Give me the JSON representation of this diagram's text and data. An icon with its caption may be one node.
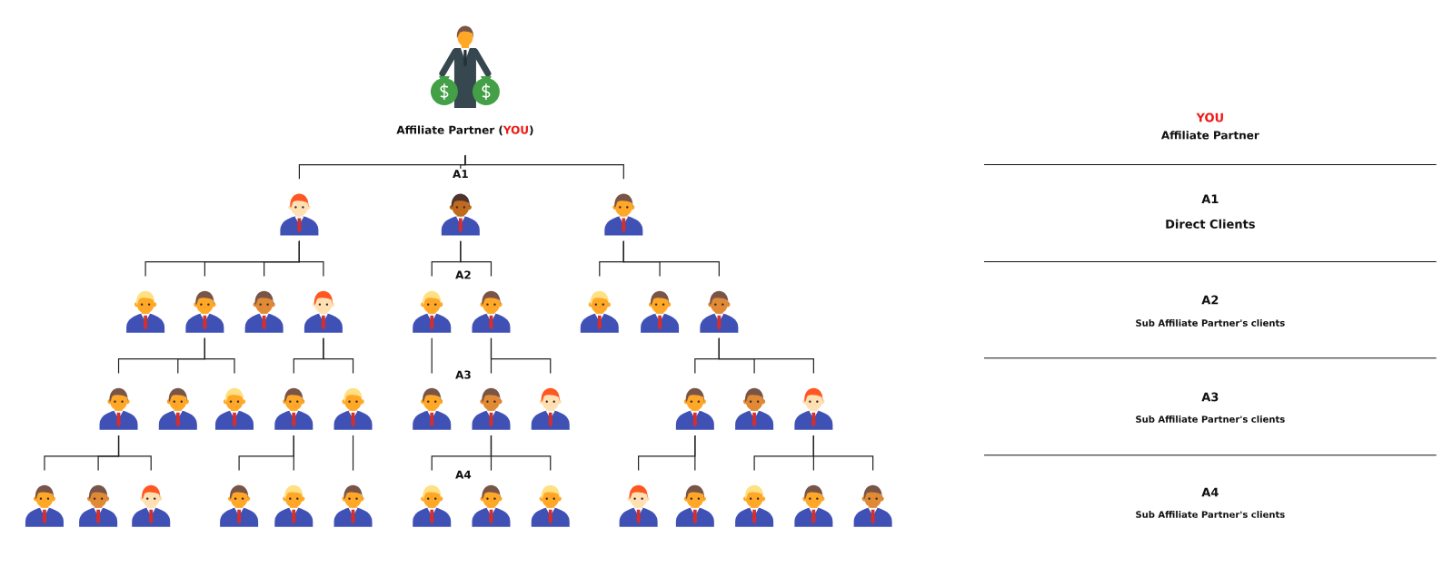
{
  "diagram": {
    "nodes": [
      {
        "text": [
          "Affiliate Partner (**YOU**)"
        ]
      },
      {
        "text": [],
        "shape": "person"
      },
      {
        "text": [],
        "shape": "person"
      },
      {
        "text": [],
        "shape": "person"
      },
      {
        "text": [],
        "shape": "person"
      },
      {
        "text": [],
        "shape": "person"
      },
      {
        "text": [],
        "shape": "person"
      },
      {
        "text": [],
        "shape": "person"
      },
      {
        "text": [],
        "shape": "person"
      },
      {
        "text": [],
        "shape": "person"
      },
      {
        "text": [],
        "shape": "person"
      },
      {
        "text": [],
        "shape": "person"
      },
      {
        "text": [],
        "shape": "person"
      },
      {
        "text": [],
        "shape": "person"
      },
      {
        "text": [],
        "shape": "person"
      },
      {
        "text": [],
        "shape": "person"
      },
      {
        "text": [],
        "shape": "person"
      },
      {
        "text": [],
        "shape": "person"
      },
      {
        "text": [],
        "shape": "person"
      },
      {
        "text": [],
        "shape": "person"
      },
      {
        "text": [],
        "shape": "person"
      },
      {
        "text": [],
        "shape": "person"
      },
      {
        "text": [],
        "shape": "person"
      },
      {
        "text": [],
        "shape": "person"
      },
      {
        "text": [],
        "shape": "person"
      },
      {
        "text": [],
        "shape": "person"
      },
      {
        "text": [],
        "shape": "person"
      },
      {
        "text": [],
        "shape": "person"
      },
      {
        "text": [],
        "shape": "person"
      },
      {
        "text": [],
        "shape": "person"
      },
      {
        "text": [],
        "shape": "person"
      },
      {
        "text": [],
        "shape": "person"
      },
      {
        "text": [],
        "shape": "person"
      },
      {
        "text": [],
        "shape": "person"
      },
      {
        "text": [],
        "shape": "person"
      },
      {
        "text": [],
        "shape": "person"
      },
      {
        "text": [],
        "shape": "person"
      },
      {
        "text": [],
        "shape": "person"
      }
    ],
    "edges": [
      {
        "from": 0,
        "to": 1,
        "arrow": "none"
      },
      {
        "from": 0,
        "to": 2,
        "arrow": "none"
      },
      {
        "from": 0,
        "to": 3,
        "arrow": "none"
      },
      {
        "from": 1,
        "to": 4,
        "arrow": "none"
      },
      {
        "from": 1,
        "to": 5,
        "arrow": "none"
      },
      {
        "from": 1,
        "to": 6,
        "arrow": "none"
      },
      {
        "from": 1,
        "to": 7,
        "arrow": "none"
      },
      {
        "from": 2,
        "to": 8,
        "arrow": "none"
      },
      {
        "from": 2,
        "to": 9,
        "arrow": "none"
      },
      {
        "from": 3,
        "to": 10,
        "arrow": "none"
      },
      {
        "from": 3,
        "to": 11,
        "arrow": "none"
      },
      {
        "from": 3,
        "to": 12,
        "arrow": "none"
      },
      {
        "from": 5,
        "to": 13,
        "arrow": "none"
      },
      {
        "from": 5,
        "to": 14,
        "arrow": "none"
      },
      {
        "from": 5,
        "to": 15,
        "arrow": "none"
      },
      {
        "from": 7,
        "to": 16,
        "arrow": "none"
      },
      {
        "from": 7,
        "to": 17,
        "arrow": "none"
      },
      {
        "from": 8,
        "to": 18,
        "arrow": "none"
      },
      {
        "from": 9,
        "to": 19,
        "arrow": "none"
      },
      {
        "from": 9,
        "to": 20,
        "arrow": "none"
      },
      {
        "from": 12,
        "to": 21,
        "arrow": "none"
      },
      {
        "from": 12,
        "to": 22,
        "arrow": "none"
      },
      {
        "from": 12,
        "to": 23,
        "arrow": "none"
      },
      {
        "from": 13,
        "to": 24,
        "arrow": "none"
      },
      {
        "from": 13,
        "to": 25,
        "arrow": "none"
      },
      {
        "from": 13,
        "to": 26,
        "arrow": "none"
      },
      {
        "from": 16,
        "to": 27,
        "arrow": "none"
      },
      {
        "from": 16,
        "to": 28,
        "arrow": "none"
      },
      {
        "from": 17,
        "to": 29,
        "arrow": "none"
      },
      {
        "from": 19,
        "to": 30,
        "arrow": "none"
      },
      {
        "from": 19,
        "to": 31,
        "arrow": "none"
      },
      {
        "from": 19,
        "to": 32,
        "arrow": "none"
      },
      {
        "from": 21,
        "to": 33,
        "arrow": "none"
      },
      {
        "from": 21,
        "to": 34,
        "arrow": "none"
      },
      {
        "from": 23,
        "to": 35,
        "arrow": "none"
      },
      {
        "from": 23,
        "to": 36,
        "arrow": "none"
      },
      {
        "from": 23,
        "to": 37,
        "arrow": "none"
      }
    ],
    "labels": [
      "A1",
      "A2",
      "A3",
      "A4",
      "YOU",
      "Affiliate Partner",
      "A1",
      "Direct Clients",
      "A2",
      "Sub Affiliate Partner's clients",
      "A3",
      "Sub Affiliate Partner's clients",
      "A4",
      "Sub Affiliate Partner's clients"
    ]
  }
}
